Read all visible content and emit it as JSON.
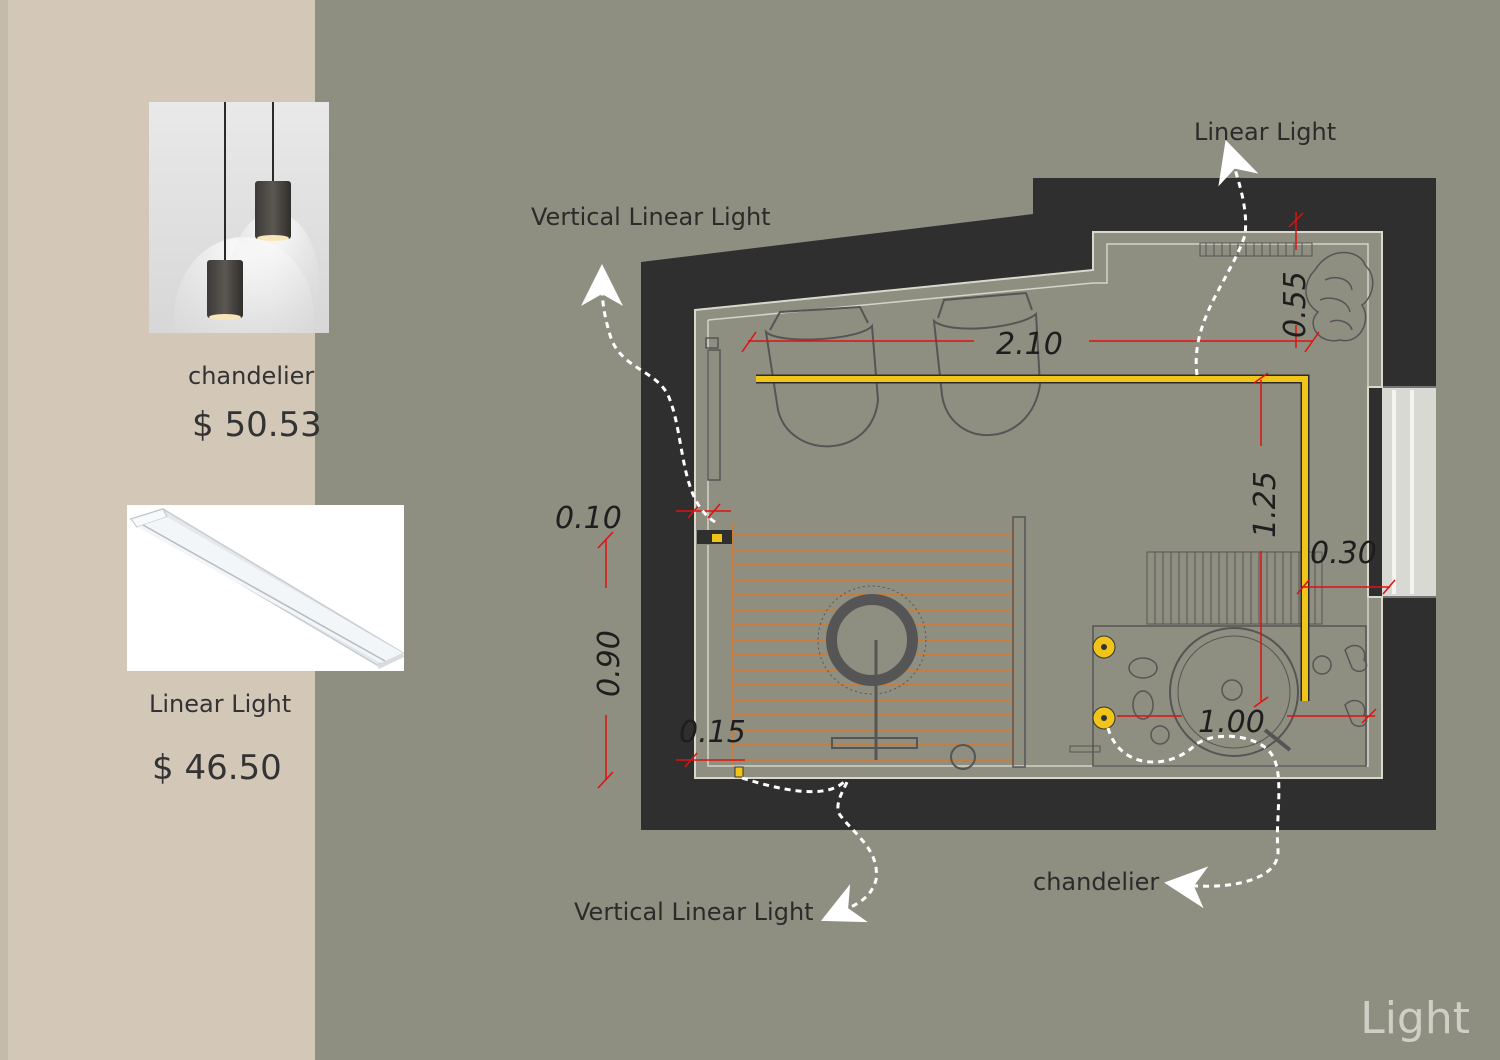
{
  "sidebar": {
    "products": [
      {
        "name": "chandelier",
        "price": "$ 50.53",
        "icon": "pendant-lamp-photo"
      },
      {
        "name": "Linear Light",
        "price": "$ 46.50",
        "icon": "linear-light-photo"
      }
    ]
  },
  "plan": {
    "labels": {
      "linear_light_top": "Linear Light",
      "vertical_linear_light_top": "Vertical Linear Light",
      "vertical_linear_light_bottom": "Vertical Linear Light",
      "chandelier_bottom": "chandelier"
    },
    "dimensions": {
      "d_210": "2.10",
      "d_055": "0.55",
      "d_125": "1.25",
      "d_030": "0.30",
      "d_010": "0.10",
      "d_090": "0.90",
      "d_015": "0.15",
      "d_100": "1.00"
    }
  },
  "page": {
    "title": "Light"
  },
  "colors": {
    "background": "#8e8f80",
    "sidebar": "#d3c8b8",
    "wall": "#2f2f2f",
    "floor": "#8e8f80",
    "light_strip": "#f0c419",
    "dimension_line": "#e01010",
    "rug_stripes": "#d9782a"
  }
}
